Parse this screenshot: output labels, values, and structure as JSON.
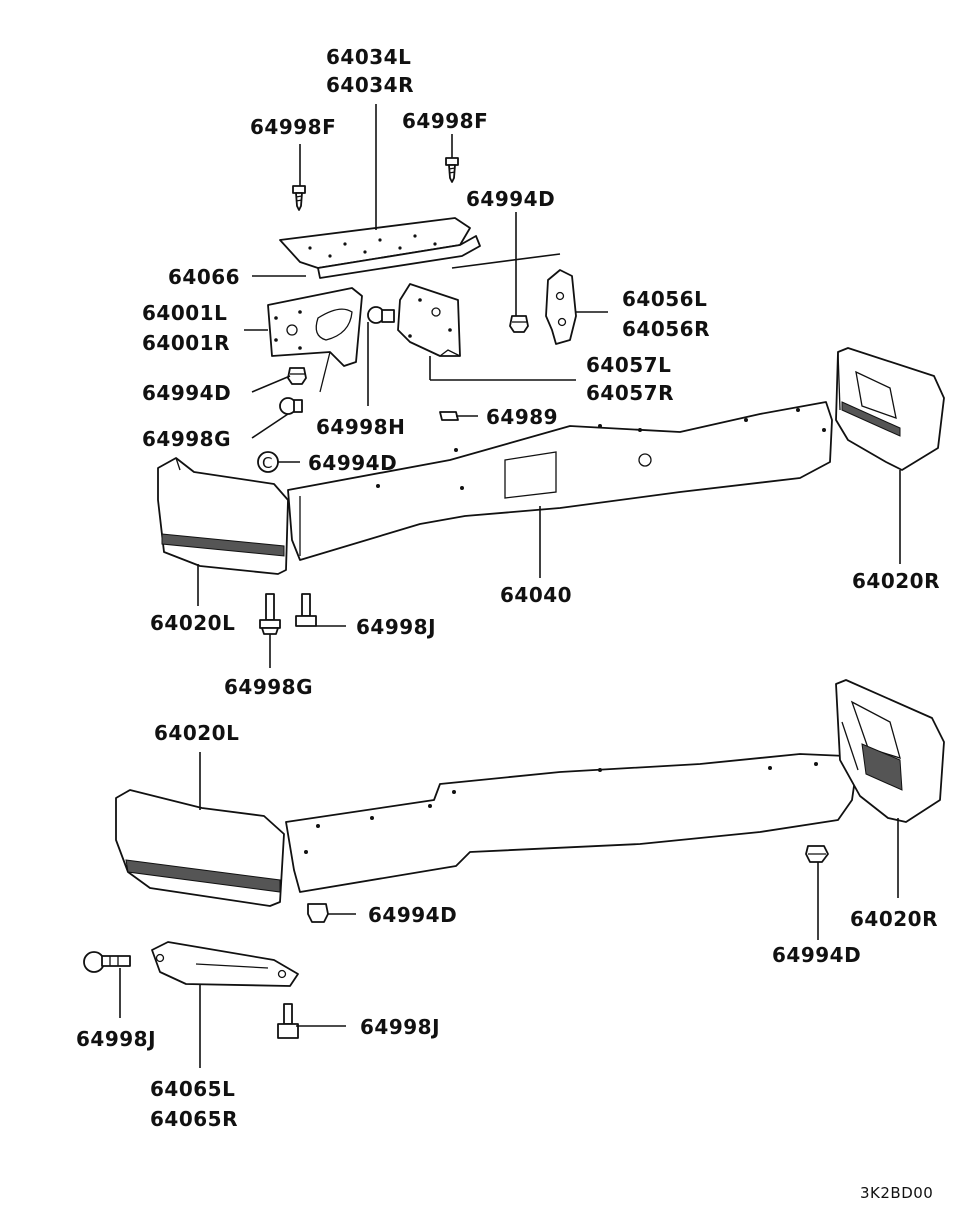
{
  "diagram_code": "3K2BD00",
  "labels": {
    "p64034": [
      "64034L",
      "64034R"
    ],
    "p64998F_left": "64998F",
    "p64998F_right": "64998F",
    "p64994D_top": "64994D",
    "p64066": "64066",
    "p64001": [
      "64001L",
      "64001R"
    ],
    "p64056": [
      "64056L",
      "64056R"
    ],
    "p64057": [
      "64057L",
      "64057R"
    ],
    "p64994D_mid": "64994D",
    "p64989": "64989",
    "p64998G_mid": "64998G",
    "p64998H": "64998H",
    "p64994D_c": "64994D",
    "p64040": "64040",
    "p64020R_top": "64020R",
    "p64020L_top": "64020L",
    "p64998J_top": "64998J",
    "p64998G_bottom": "64998G",
    "p64020L_bottom": "64020L",
    "p64020R_bottom": "64020R",
    "p64994D_low_left": "64994D",
    "p64994D_low_right": "64994D",
    "p64998J_low_left": "64998J",
    "p64998J_low_mid": "64998J",
    "p64065": [
      "64065L",
      "64065R"
    ]
  },
  "clip_marker": "C"
}
